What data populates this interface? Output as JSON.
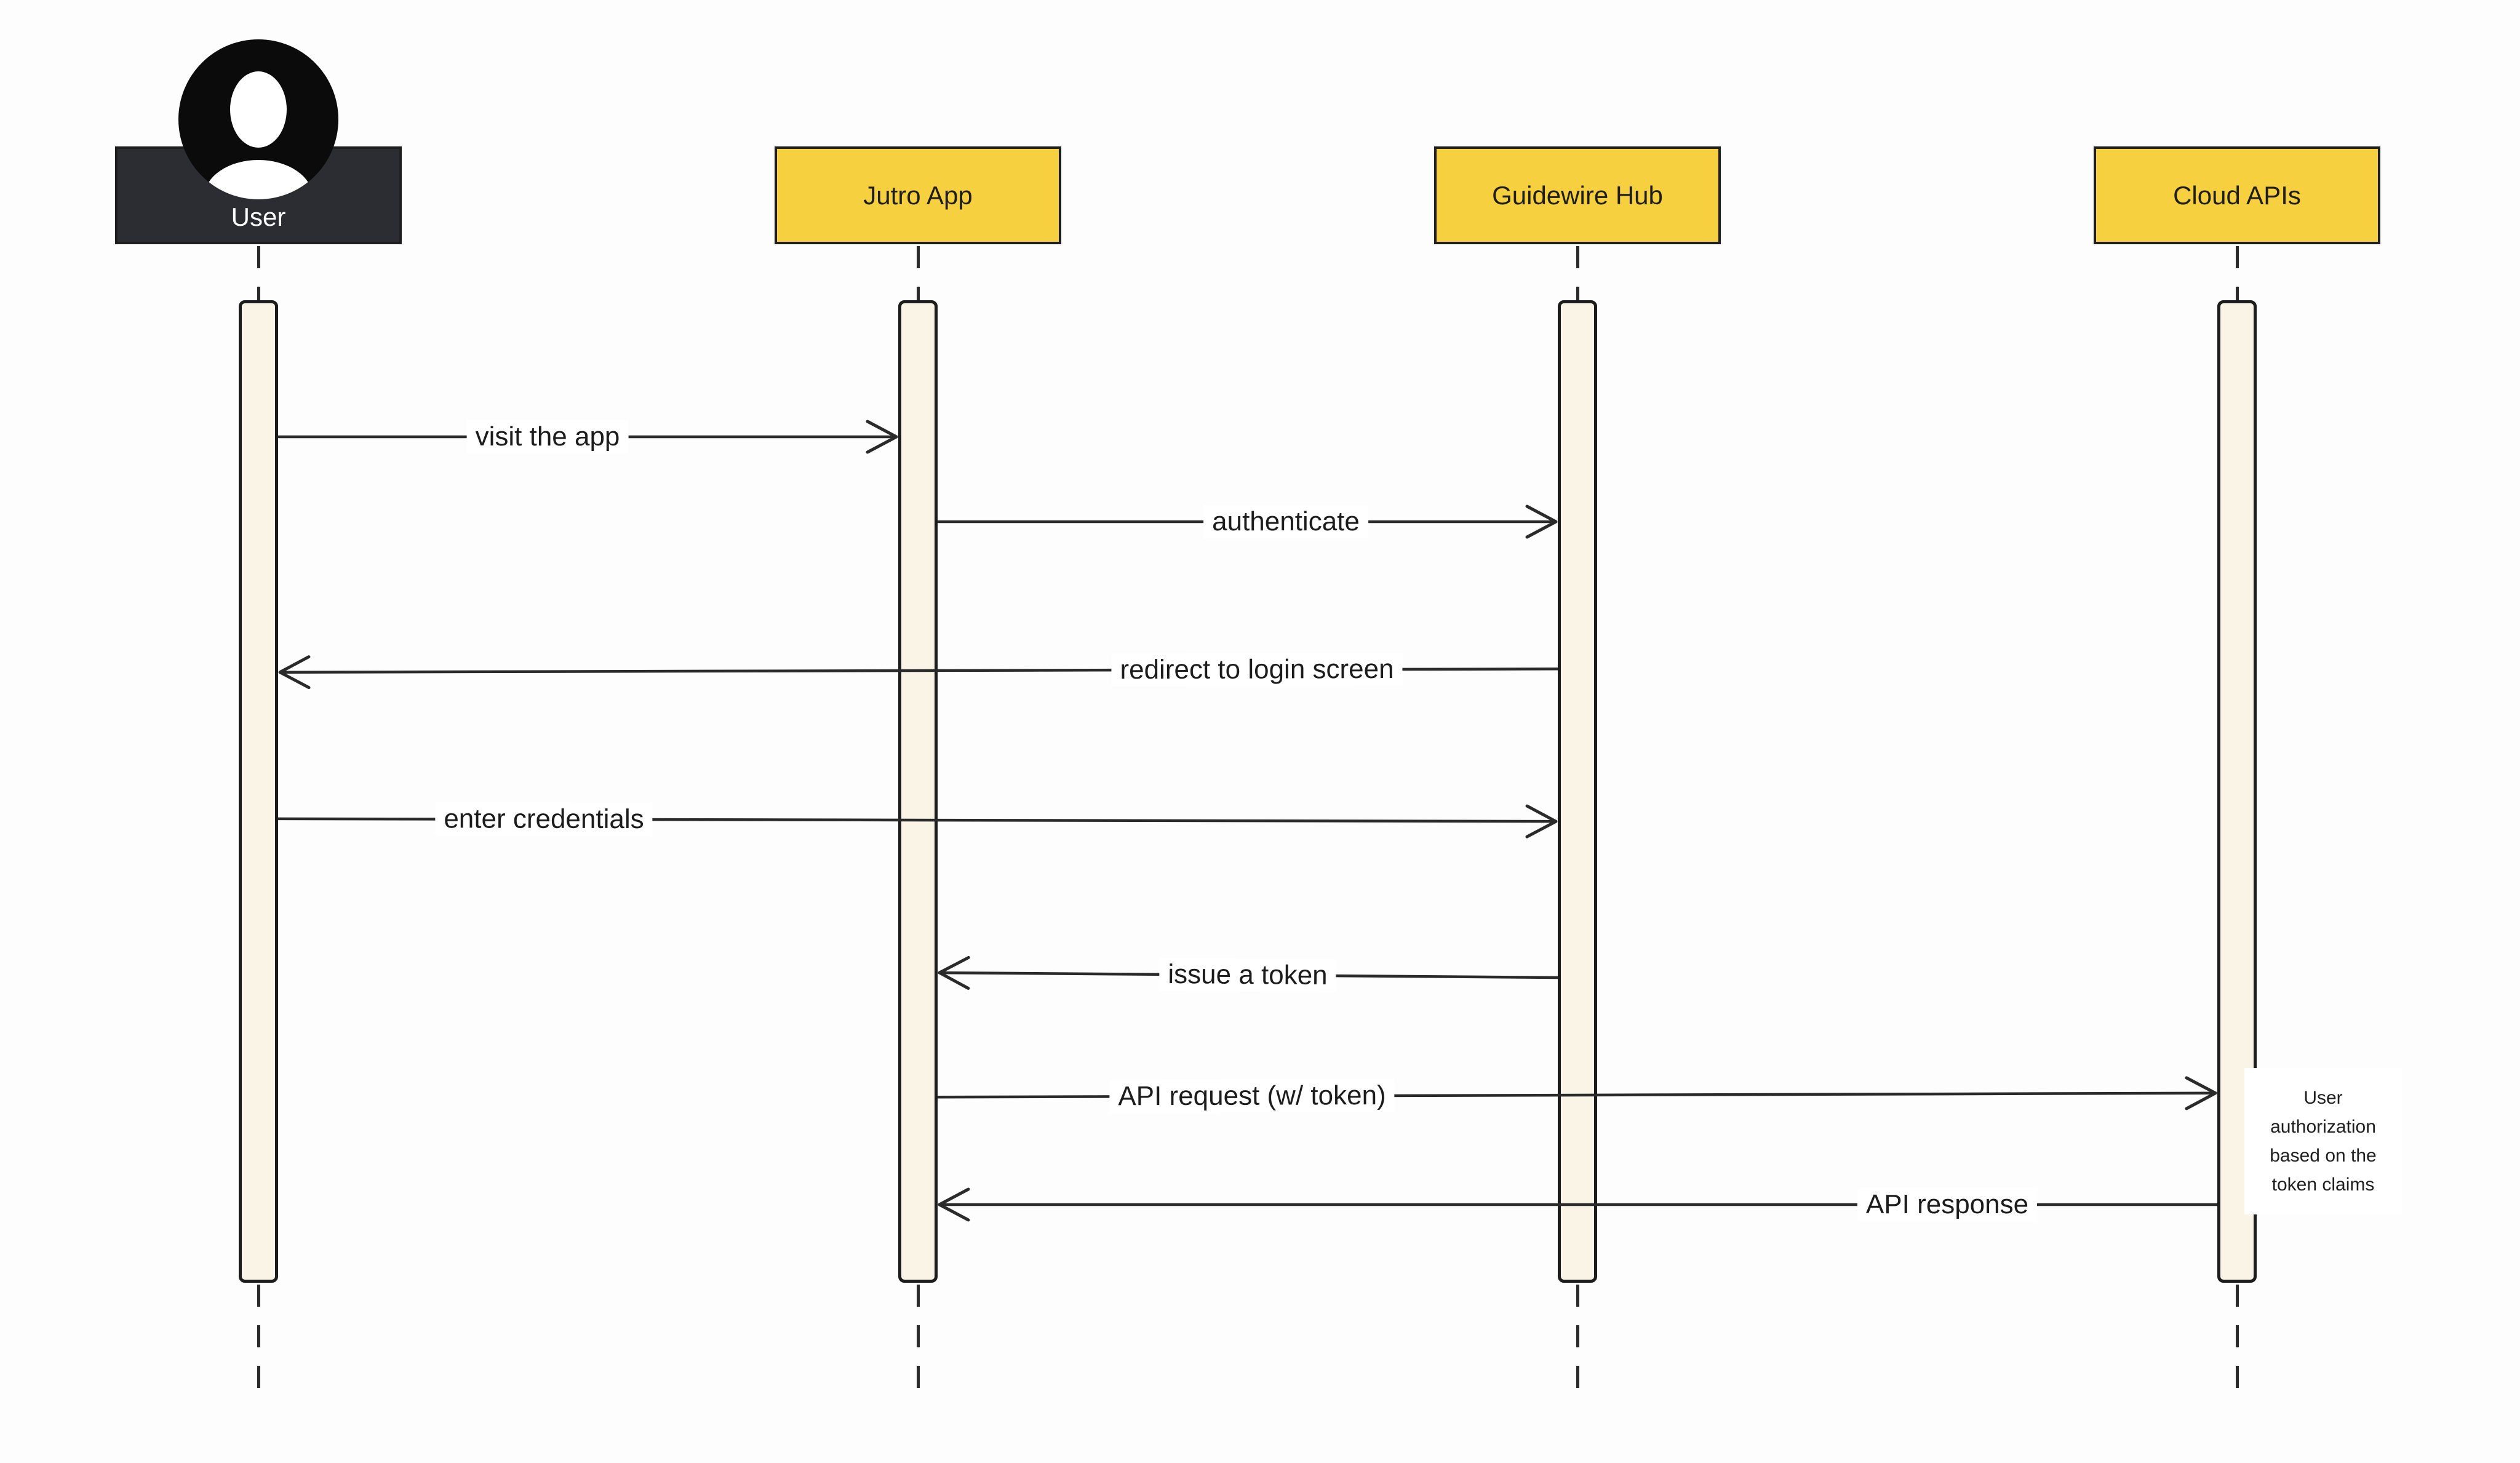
{
  "diagram": {
    "type": "sequence",
    "participants": [
      {
        "id": "user",
        "label": "User",
        "kind": "actor"
      },
      {
        "id": "jutro-app",
        "label": "Jutro App",
        "kind": "system"
      },
      {
        "id": "guidewire-hub",
        "label": "Guidewire Hub",
        "kind": "system"
      },
      {
        "id": "cloud-apis",
        "label": "Cloud APIs",
        "kind": "system"
      }
    ],
    "messages": [
      {
        "from": "User",
        "to": "Jutro App",
        "label": "visit the app",
        "direction": "right"
      },
      {
        "from": "Jutro App",
        "to": "Guidewire Hub",
        "label": "authenticate",
        "direction": "right"
      },
      {
        "from": "Guidewire Hub",
        "to": "User",
        "label": "redirect to login screen",
        "direction": "left"
      },
      {
        "from": "User",
        "to": "Guidewire Hub",
        "label": "enter credentials",
        "direction": "right"
      },
      {
        "from": "Guidewire Hub",
        "to": "Jutro App",
        "label": "issue a token",
        "direction": "left"
      },
      {
        "from": "Jutro App",
        "to": "Cloud APIs",
        "label": "API request (w/ token)",
        "direction": "right"
      },
      {
        "from": "Cloud APIs",
        "to": "Jutro App",
        "label": "API response",
        "direction": "left"
      }
    ],
    "notes": [
      {
        "attached_to": "Cloud APIs",
        "text": "User authorization based on the token claims"
      }
    ],
    "colors": {
      "participant_fill": "#F6D03E",
      "participant_border": "#1F1F1F",
      "actor_fill": "#2B2D33",
      "actor_text": "#FFFFFF",
      "activation_fill": "#FAF4E6",
      "line": "#2A2A2A",
      "note_fill": "#FFFFFF",
      "background": "#FDFDFD",
      "text": "#1F1F1F"
    }
  }
}
